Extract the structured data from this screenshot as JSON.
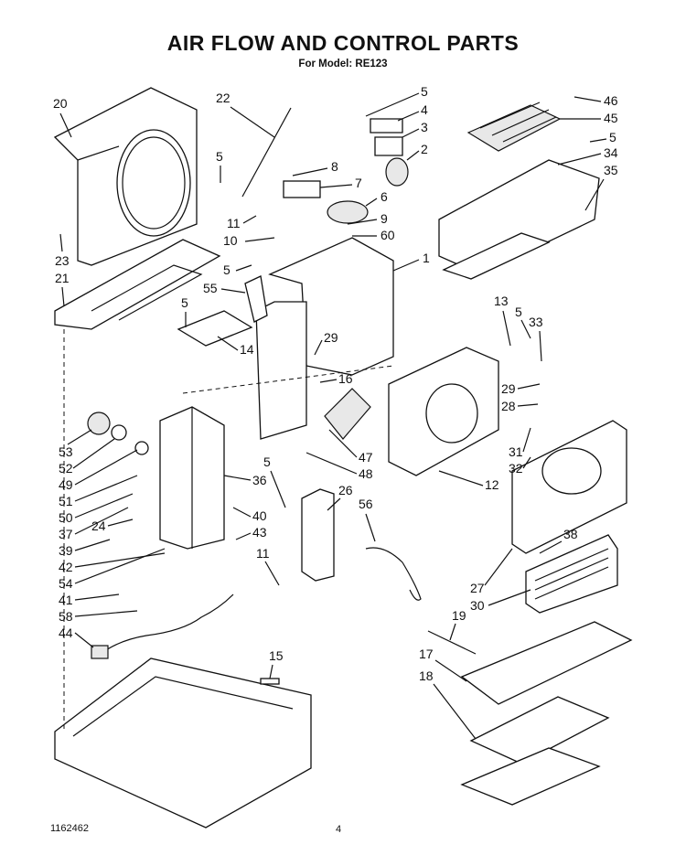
{
  "title": "AIR FLOW AND CONTROL PARTS",
  "subtitle": "For Model: RE123",
  "footer": {
    "doc_number": "1162462",
    "page_number": "4"
  },
  "callouts": [
    "20",
    "22",
    "5",
    "4",
    "3",
    "2",
    "46",
    "45",
    "5",
    "34",
    "35",
    "5",
    "8",
    "7",
    "6",
    "9",
    "60",
    "11",
    "10",
    "23",
    "21",
    "1",
    "5",
    "55",
    "5",
    "14",
    "29",
    "16",
    "13",
    "5",
    "33",
    "29",
    "28",
    "53",
    "52",
    "49",
    "51",
    "50",
    "37",
    "24",
    "39",
    "42",
    "54",
    "41",
    "58",
    "44",
    "5",
    "36",
    "40",
    "43",
    "11",
    "47",
    "48",
    "26",
    "56",
    "31",
    "32",
    "12",
    "38",
    "27",
    "30",
    "19",
    "17",
    "18",
    "15"
  ]
}
